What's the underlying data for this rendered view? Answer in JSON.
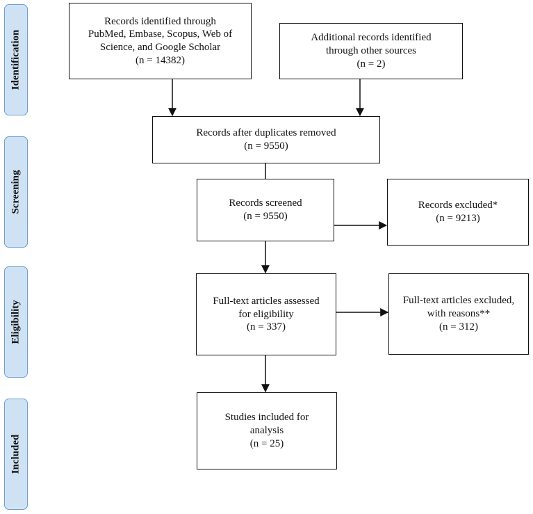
{
  "phases": {
    "identification": "Identification",
    "screening": "Screening",
    "eligibility": "Eligibility",
    "included": "Included"
  },
  "boxes": {
    "identified": {
      "line1": "Records identified through",
      "line2": "PubMed, Embase, Scopus, Web of",
      "line3": "Science, and Google Scholar",
      "count": "(n = 14382)"
    },
    "additional": {
      "line1": "Additional records identified",
      "line2": "through other sources",
      "count": "(n = 2)"
    },
    "after_duplicates": {
      "line1": "Records after duplicates removed",
      "count": "(n = 9550)"
    },
    "screened": {
      "line1": "Records screened",
      "count": "(n = 9550)"
    },
    "excluded": {
      "line1": "Records excluded*",
      "count": "(n = 9213)"
    },
    "fulltext_assessed": {
      "line1": "Full-text articles assessed",
      "line2": "for eligibility",
      "count": "(n = 337)"
    },
    "fulltext_excluded": {
      "line1": "Full-text articles excluded,",
      "line2": "with reasons**",
      "count": "(n = 312)"
    },
    "included": {
      "line1": "Studies included for",
      "line2": "analysis",
      "count": "(n = 25)"
    }
  }
}
